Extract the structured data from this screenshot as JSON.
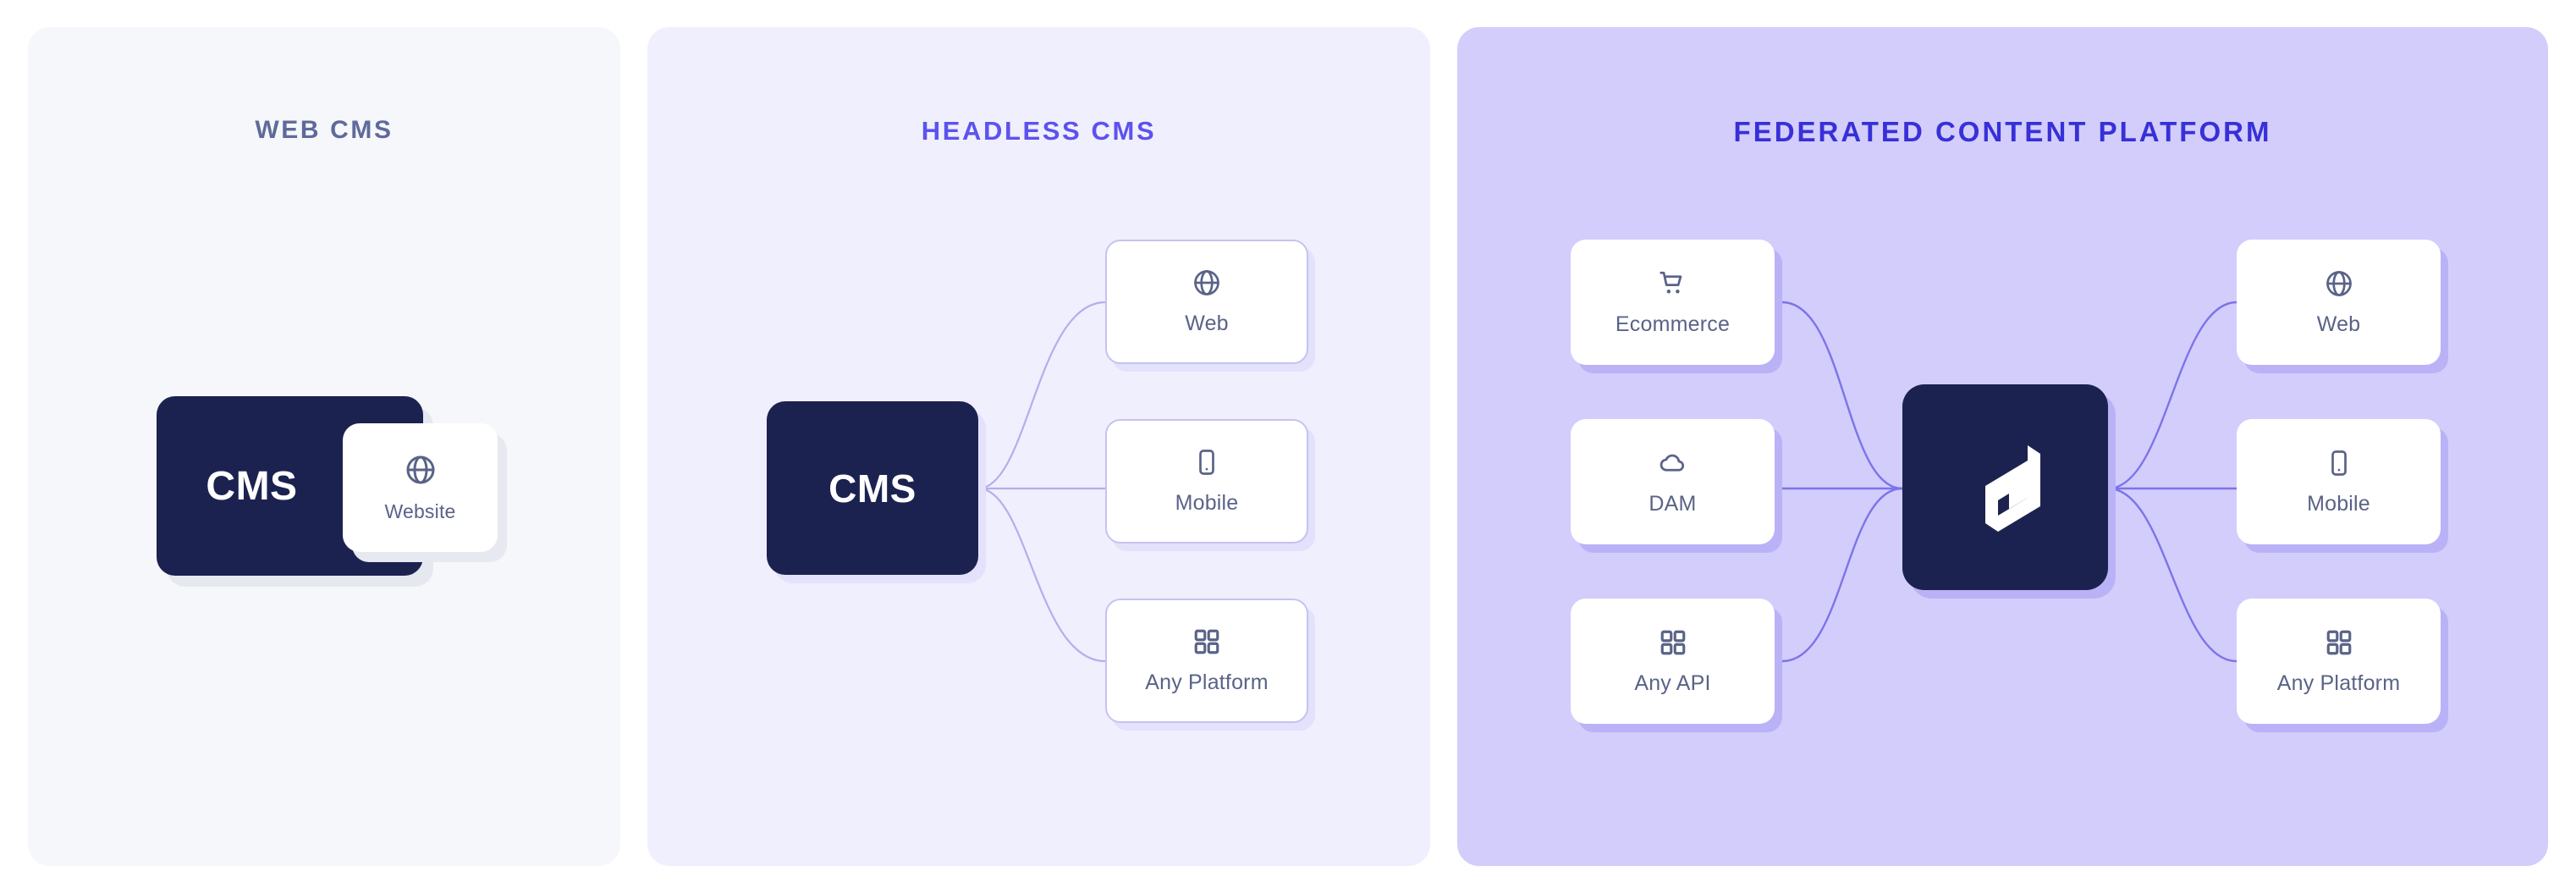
{
  "diagram": {
    "title_web": "WEB CMS",
    "title_headless": "HEADLESS CMS",
    "title_federated": "FEDERATED CONTENT PLATFORM"
  },
  "colors": {
    "panel_web_bg": "#f6f7fa",
    "panel_headless_bg": "#f0effd",
    "panel_federated_bg": "#d2cdfb",
    "dark_navy": "#1c2250",
    "title_web": "#5f6a9b",
    "title_headless": "#5c52f0",
    "title_federated": "#3730d8",
    "card_label": "#5a6387",
    "icon": "#5a6387",
    "connector_headless": "#b3aeec",
    "connector_federated": "#7c74e8",
    "card_border_headless": "#c5c2f2",
    "card_shadow_federated": "#b9b2f6"
  },
  "panels": {
    "web": {
      "title": "WEB CMS",
      "core": {
        "label": "CMS"
      },
      "cards": [
        {
          "label": "Website",
          "icon": "globe-icon"
        }
      ]
    },
    "headless": {
      "title": "HEADLESS CMS",
      "core": {
        "label": "CMS"
      },
      "outputs": [
        {
          "label": "Web",
          "icon": "globe-icon"
        },
        {
          "label": "Mobile",
          "icon": "mobile-icon"
        },
        {
          "label": "Any Platform",
          "icon": "grid-icon"
        }
      ]
    },
    "federated": {
      "title": "FEDERATED CONTENT PLATFORM",
      "core": {
        "label": "",
        "icon": "hygraph-logo-icon"
      },
      "inputs": [
        {
          "label": "Ecommerce",
          "icon": "shopping-cart-icon"
        },
        {
          "label": "DAM",
          "icon": "cloud-icon"
        },
        {
          "label": "Any API",
          "icon": "grid-icon"
        }
      ],
      "outputs": [
        {
          "label": "Web",
          "icon": "globe-icon"
        },
        {
          "label": "Mobile",
          "icon": "mobile-icon"
        },
        {
          "label": "Any Platform",
          "icon": "grid-icon"
        }
      ]
    }
  }
}
